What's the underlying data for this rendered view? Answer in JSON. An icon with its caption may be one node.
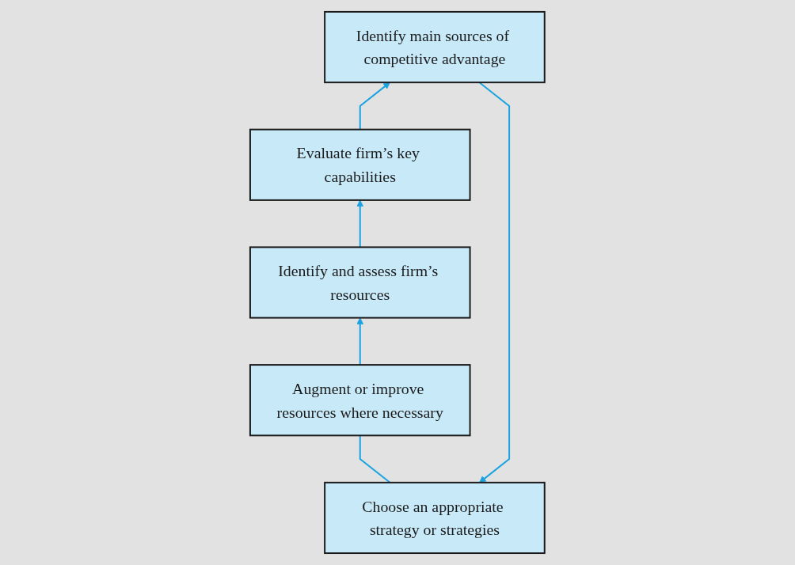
{
  "diagram": {
    "nodes": [
      {
        "text": [
          "Choose an appropriate strategy or strategies"
        ]
      },
      {
        "text": [
          "Identify main sources of competitive advantage"
        ]
      },
      {
        "text": [
          "Evaluate firm’s key capabilities"
        ]
      },
      {
        "text": [
          "Identify and assess firm’s resources"
        ]
      },
      {
        "text": [
          "Augment or improve resources where necessary"
        ]
      }
    ],
    "edges": [
      {
        "from": 3,
        "to": 2,
        "arrow": "to"
      },
      {
        "from": 2,
        "to": 1,
        "arrow": "to"
      },
      {
        "from": 1,
        "to": 0,
        "arrow": "to"
      },
      {
        "from": 0,
        "to": 4,
        "arrow": "none"
      },
      {
        "from": 4,
        "to": 3,
        "arrow": "to"
      }
    ]
  }
}
